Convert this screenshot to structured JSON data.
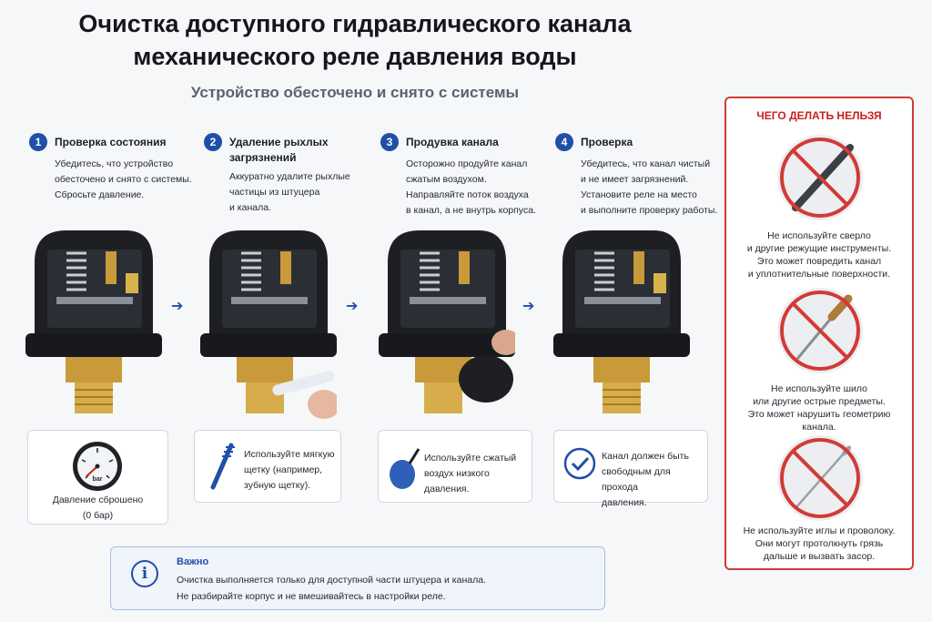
{
  "header": {
    "title_line1": "Очистка доступного гидравлического канала",
    "title_line2": "механического реле давления воды",
    "subtitle": "Устройство обесточено и снято с системы"
  },
  "steps": [
    {
      "number": "1",
      "title": "Проверка состояния",
      "text": [
        "Убедитесь, что устройство",
        "обесточено и снято с системы.",
        "Сбросьте давление."
      ]
    },
    {
      "number": "2",
      "title": "Удаление рыхлых загрязнений",
      "text": [
        "Аккуратно удалите рыхлые",
        "частицы из штуцера",
        "и канала."
      ]
    },
    {
      "number": "3",
      "title": "Продувка канала",
      "text": [
        "Осторожно продуйте канал",
        "сжатым воздухом.",
        "Направляйте поток воздуха",
        "в канал, а не внутрь корпуса."
      ]
    },
    {
      "number": "4",
      "title": "Проверка",
      "text": [
        "Убедитесь, что канал чистый",
        "и не имеет загрязнений.",
        "Установите реле на место",
        "и выполните проверку работы."
      ]
    }
  ],
  "notes": {
    "gauge_label": "bar",
    "gauge_text": [
      "Давление сброшено",
      "(0 бар)"
    ],
    "brush_text": [
      "Используйте мягкую",
      "щетку (например,",
      "зубную щетку)."
    ],
    "air_text": [
      "Используйте сжатый",
      "воздух низкого давления."
    ],
    "check_text": [
      "Канал должен быть",
      "свободным для прохода",
      "давления."
    ]
  },
  "important": {
    "title": "Важно",
    "lines": [
      "Очистка выполняется только для доступной части штуцера и канала.",
      "Не разбирайте корпус и не вмешивайтесь в настройки реле."
    ]
  },
  "dont_panel": {
    "title": "ЧЕГО ДЕЛАТЬ НЕЛЬЗЯ",
    "items": [
      {
        "icon": "drill-bit-icon",
        "text": [
          "Не используйте сверло",
          "и другие режущие инструменты.",
          "Это может повредить канал",
          "и уплотнительные поверхности."
        ]
      },
      {
        "icon": "awl-icon",
        "text": [
          "Не используйте шило",
          "или другие острые предметы.",
          "Это может нарушить геометрию",
          "канала."
        ]
      },
      {
        "icon": "needle-icon",
        "text": [
          "Не используйте иглы и проволоку.",
          "Они могут протолкнуть грязь",
          "дальше и вызвать засор."
        ]
      }
    ]
  },
  "colors": {
    "accent": "#1f4fa8",
    "danger": "#d23a36",
    "brass": "#c99a3a"
  }
}
